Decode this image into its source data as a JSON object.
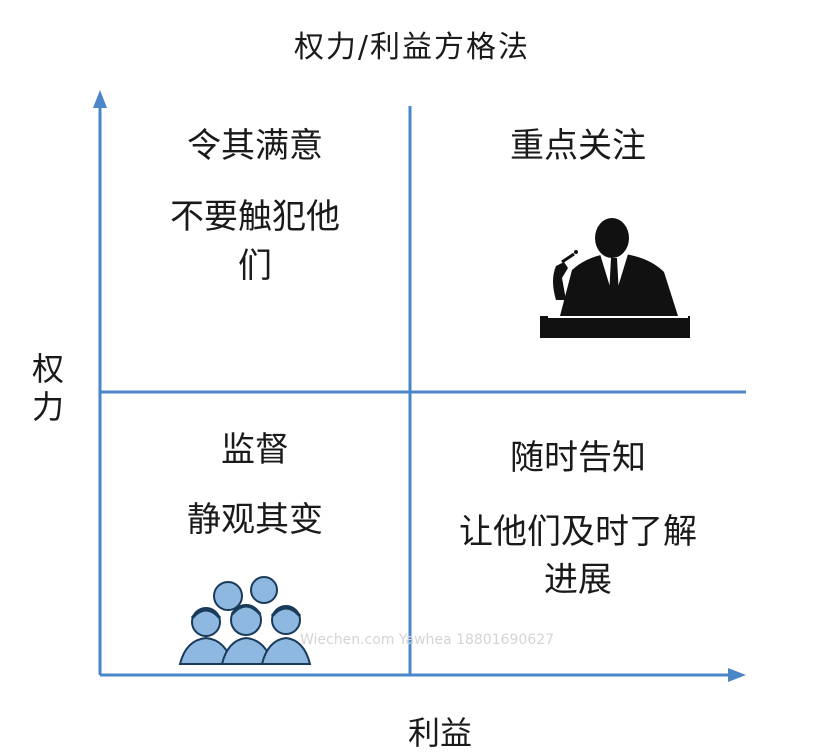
{
  "title": "权力/利益方格法",
  "axes": {
    "y_label": "权力",
    "x_label": "利益"
  },
  "quadrants": {
    "top_left": {
      "heading": "令其满意",
      "line1": "不要触犯他",
      "line2": "们"
    },
    "top_right": {
      "heading": "重点关注"
    },
    "bottom_left": {
      "heading": "监督",
      "line1": "静观其变"
    },
    "bottom_right": {
      "heading": "随时告知",
      "line1": "让他们及时了解",
      "line2": "进展"
    }
  },
  "watermark": "Wiechen.com Yawhea 18801690627",
  "colors": {
    "axis": "#4a86c8",
    "grid": "#4a86c8",
    "icon_dark": "#111111",
    "icon_people": "#8fb8e0"
  },
  "icons": {
    "top_right": "businessman-icon",
    "bottom_left": "crowd-icon"
  }
}
